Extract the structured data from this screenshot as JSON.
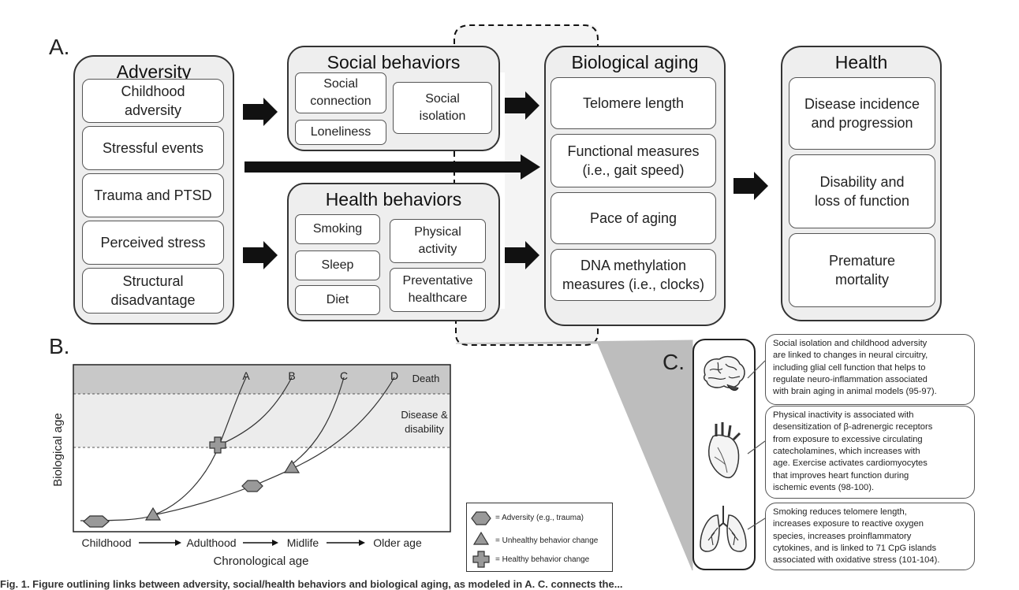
{
  "panel_a": {
    "letter": "A.",
    "adversity": {
      "title": "Adversity",
      "items": [
        "Childhood\nadversity",
        "Stressful events",
        "Trauma and PTSD",
        "Perceived stress",
        "Structural\ndisadvantage"
      ]
    },
    "social": {
      "title": "Social behaviors",
      "items": [
        "Social\nconnection",
        "Loneliness",
        "Social\nisolation"
      ]
    },
    "healthb": {
      "title": "Health behaviors",
      "items": [
        "Smoking",
        "Sleep",
        "Diet",
        "Physical\nactivity",
        "Preventative\nhealthcare"
      ]
    },
    "bioaging": {
      "title": "Biological aging",
      "items": [
        "Telomere length",
        "Functional measures\n(i.e., gait speed)",
        "Pace of aging",
        "DNA methylation\nmeasures (i.e., clocks)"
      ]
    },
    "health": {
      "title": "Health",
      "items": [
        "Disease incidence\nand progression",
        "Disability and\nloss of function",
        "Premature\nmortality"
      ]
    }
  },
  "panel_b": {
    "letter": "B.",
    "ylabel": "Biological age",
    "xlabel": "Chronological age",
    "x_stages": [
      "Childhood",
      "Adulthood",
      "Midlife",
      "Older age"
    ],
    "zones": [
      "Death",
      "Disease &\ndisability"
    ],
    "trajectory_labels": [
      "A",
      "B",
      "C",
      "D"
    ],
    "legend": [
      "= Adversity (e.g., trauma)",
      "= Unhealthy behavior change",
      "= Healthy behavior change"
    ]
  },
  "panel_c": {
    "letter": "C.",
    "organs": [
      "brain-icon",
      "heart-icon",
      "lungs-icon"
    ],
    "callouts": [
      "Social isolation and childhood adversity\nare linked to changes in neural circuitry,\nincluding glial cell function that helps to\nregulate neuro-inflammation associated\nwith brain aging in animal models (95-97).",
      "Physical inactivity is associated with\ndesensitization of β-adrenergic receptors\nfrom exposure to excessive circulating\ncatecholamines, which increases with\nage. Exercise activates cardiomyocytes\nthat improves heart function during\nischemic events (98-100).",
      "Smoking reduces telomere length,\nincreases exposure to reactive oxygen\nspecies, increases proinflammatory\ncytokines, and is linked to 71 CpG islands\nassociated with oxidative stress (101-104)."
    ]
  },
  "caption": "Fig. 1. Figure outlining links between adversity, social/health behaviors and biological aging, as modeled in A. C. connects the...",
  "colors": {
    "box_fill": "#eeeeee",
    "item_fill": "#ffffff",
    "arrow": "#111111",
    "death_zone": "#c8c8c8",
    "disease_zone": "#ececec",
    "marker": "#999999"
  }
}
